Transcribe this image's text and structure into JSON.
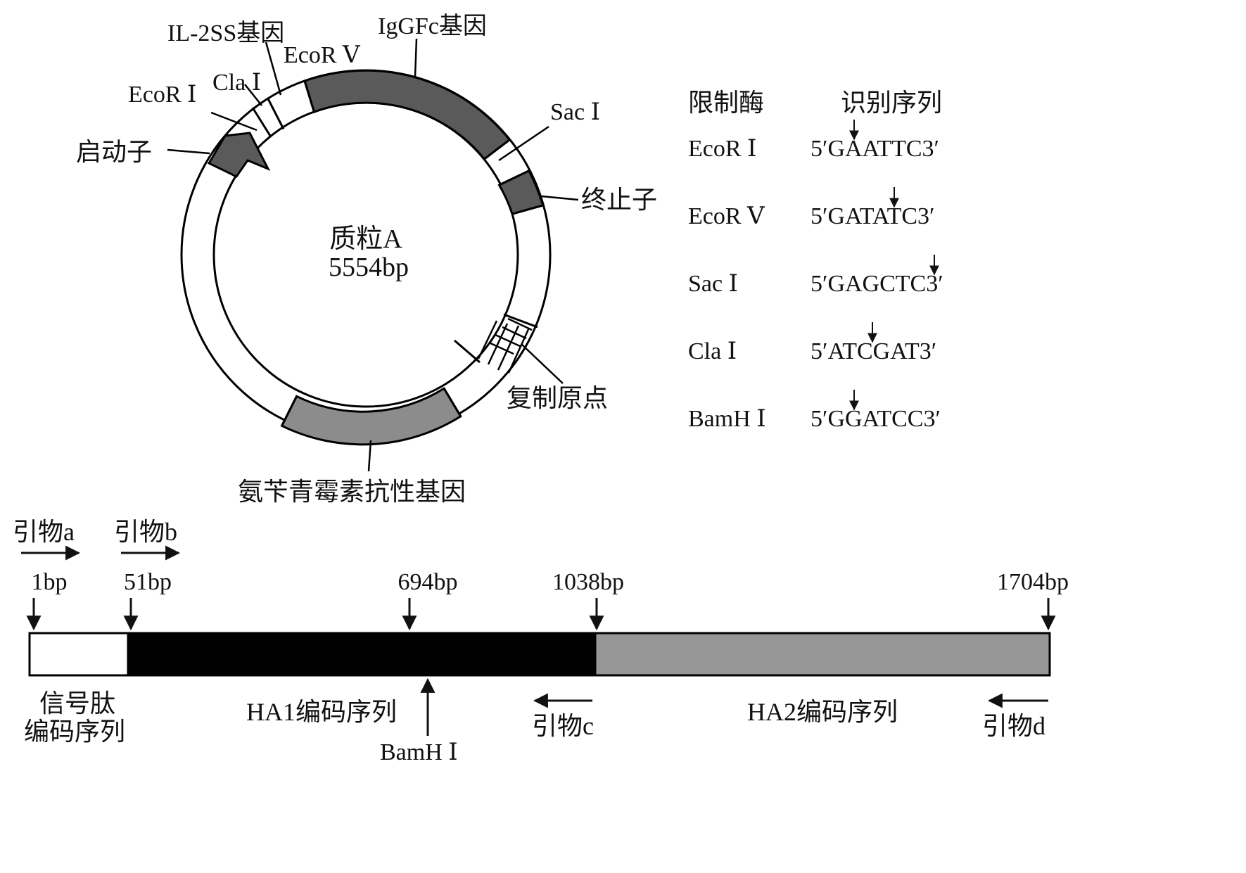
{
  "plasmid": {
    "name": "质粒A",
    "size": "5554bp",
    "labels": {
      "il2ss": "IL-2SS基因",
      "ecorv": "EcoR Ⅴ",
      "igg": "IgGFc基因",
      "cla": "Cla Ⅰ",
      "ecori": "EcoR Ⅰ",
      "promoter": "启动子",
      "saci": "Sac Ⅰ",
      "terminator": "终止子",
      "origin": "复制原点",
      "amp": "氨苄青霉素抗性基因"
    },
    "colors": {
      "dark": "#5a5a5a",
      "medium": "#8c8c8c",
      "ring": "#ffffff"
    }
  },
  "enzyme_table": {
    "header_enzyme": "限制酶",
    "header_seq": "识别序列",
    "rows": [
      {
        "enzyme": "EcoR Ⅰ",
        "seq": "5′GAATTC3′"
      },
      {
        "enzyme": "EcoR Ⅴ",
        "seq": "5′GATATC3′"
      },
      {
        "enzyme": "Sac Ⅰ",
        "seq": "5′GAGCTC3′"
      },
      {
        "enzyme": "Cla Ⅰ",
        "seq": "5′ATCGAT3′"
      },
      {
        "enzyme": "BamH Ⅰ",
        "seq": "5′GGATCC3′"
      }
    ]
  },
  "gene": {
    "primer_a": "引物a",
    "primer_b": "引物b",
    "primer_c": "引物c",
    "primer_d": "引物d",
    "positions": [
      "1bp",
      "51bp",
      "694bp",
      "1038bp",
      "1704bp"
    ],
    "signal_label_1": "信号肽",
    "signal_label_2": "编码序列",
    "ha1_label": "HA1编码序列",
    "ha2_label": "HA2编码序列",
    "bamh1_label": "BamH Ⅰ",
    "colors": {
      "signal": "#ffffff",
      "ha1": "#000000",
      "ha2": "#969696"
    }
  }
}
